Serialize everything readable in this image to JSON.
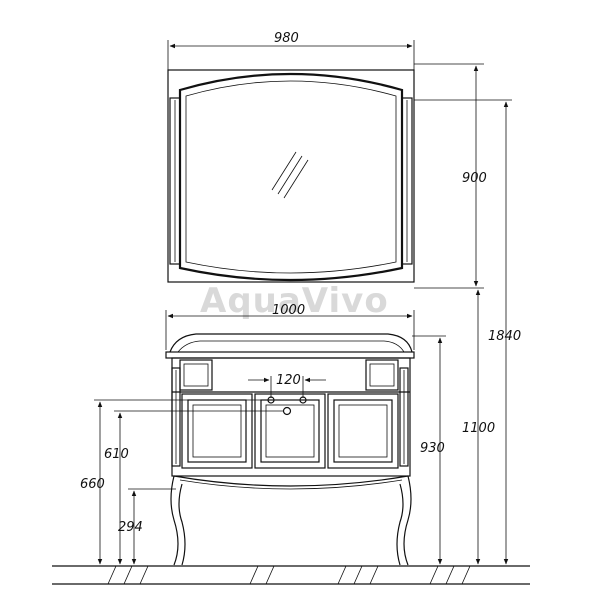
{
  "watermark": "AquaVivo",
  "dimensions": {
    "mirror_width": "980",
    "mirror_height": "900",
    "cabinet_width": "1000",
    "faucet_spacing": "120",
    "total_height": "1840",
    "mirror_bottom_height": "1100",
    "cabinet_height": "930",
    "countertop_height": "660",
    "drain_height": "610",
    "leg_height": "294"
  }
}
